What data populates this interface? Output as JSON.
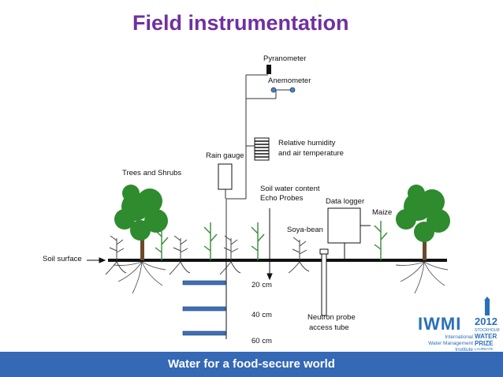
{
  "title": "Field instrumentation",
  "labels": {
    "pyranometer": "Pyranometer",
    "anemometer": "Anemometer",
    "humidity_line1": "Relative humidity",
    "humidity_line2": "and air temperature",
    "rain_gauge": "Rain gauge",
    "trees_shrubs": "Trees and Shrubs",
    "soil_water_line1": "Soil water content",
    "soil_water_line2": "Echo Probes",
    "data_logger": "Data logger",
    "maize": "Maize",
    "soya_bean": "Soya-bean",
    "soil_surface": "Soil surface",
    "depth_20": "20 cm",
    "depth_40": "40 cm",
    "depth_60": "60 cm",
    "neutron_line1": "Neutron probe",
    "neutron_line2": "access tube"
  },
  "logo": {
    "org_abbrev": "IWMI",
    "org_line1": "International",
    "org_line2": "Water Management",
    "org_line3": "Institute",
    "year": "2012",
    "stockholm": "STOCKHOLM",
    "water": "WATER",
    "prize": "PRIZE",
    "laureate": "LAUREATE"
  },
  "footer": {
    "tagline": "Water for a food-secure world"
  },
  "colors": {
    "title": "#7030a0",
    "footer_band": "#3568b5",
    "tree_green": "#2e8b2e",
    "probe_blue": "#3f6fb5"
  }
}
